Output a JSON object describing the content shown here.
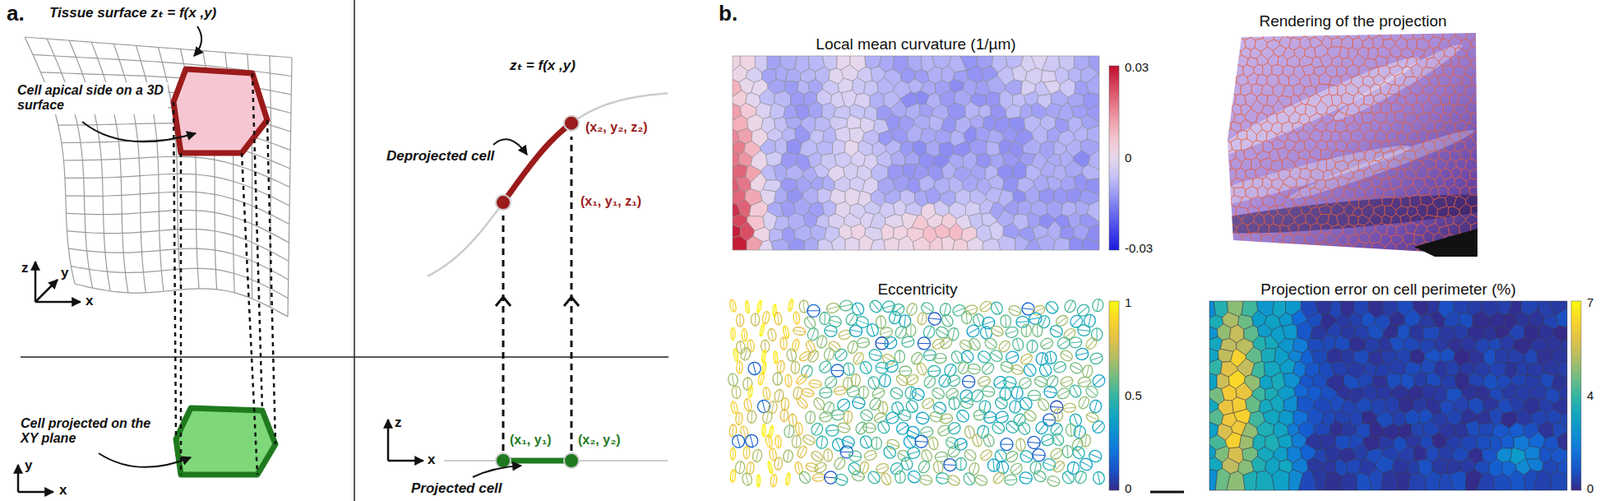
{
  "diagram": {
    "nodes": [
      {
        "text": [
          "Local mean curvature (1/µm)"
        ]
      },
      {
        "text": [
          "Rendering of the projection"
        ]
      },
      {
        "text": [
          "Eccentricity"
        ]
      },
      {
        "text": [
          "Projection error on cell perimeter (%)"
        ]
      }
    ],
    "labels": [
      "a.",
      "Tissue surface zₜ = f(x ,y)",
      "Cell apical side on a 3D surface",
      "z",
      "y",
      "x",
      "Cell projected on the XY plane",
      "y",
      "x",
      "zₜ = f(x ,y)",
      "Deprojected cell",
      "(x₁, y₁, z₁)",
      "(x₂, y₂, z₂)",
      "z",
      "x",
      "(x₁, y₁)",
      "(x₂, y₂)",
      "Projected cell",
      "b.",
      "0.03",
      "0",
      "-0.03",
      "1",
      "0.5",
      "0",
      "7",
      "4",
      "0"
    ]
  }
}
